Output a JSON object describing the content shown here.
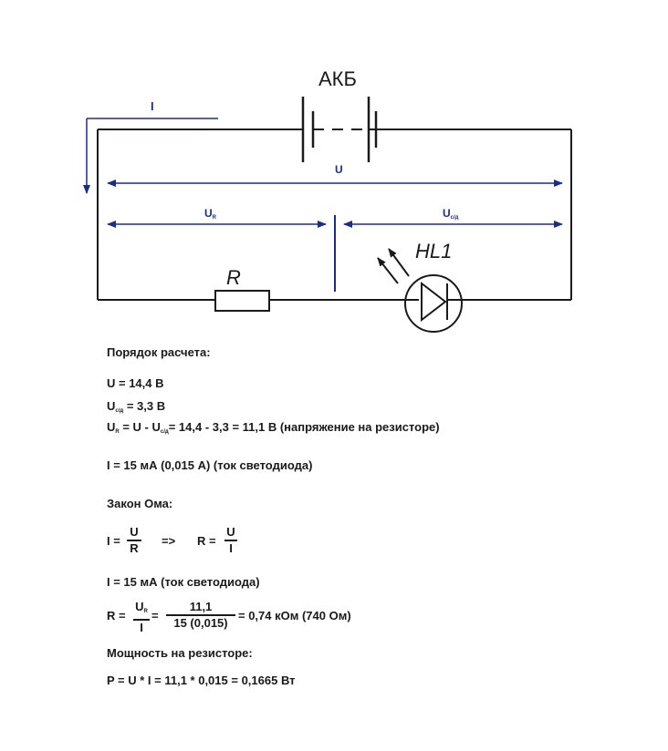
{
  "circuit": {
    "battery_label": "АКБ",
    "current_label": "I",
    "voltage_total_label": "U",
    "voltage_resistor_label": "U",
    "voltage_resistor_sub": "R",
    "voltage_led_label": "U",
    "voltage_led_sub": "с/д",
    "led_label": "HL1",
    "resistor_label": "R"
  },
  "colors": {
    "wire": "#1a1a1a",
    "annotation": "#1a2d8c"
  },
  "calc": {
    "heading": "Порядок расчета:",
    "line_u": "U = 14,4 В",
    "line_ucd_pre": "U",
    "line_ucd_sub": "с/д",
    "line_ucd_post": " = 3,3 В",
    "line_ur_pre": "U",
    "line_ur_sub": "R",
    "line_ur_mid": " = U - U",
    "line_ur_sub2": "с/д",
    "line_ur_post": "= 14,4 - 3,3 = 11,1 В (напряжение на резисторе)",
    "line_i": "I = 15 мА (0,015 А) (ток светодиода)",
    "ohm_heading": "Закон Ома:",
    "ohm_i_pre": "I =",
    "ohm_i_num": "U",
    "ohm_i_den": "R",
    "ohm_arrow": "=>",
    "ohm_r_pre": "R =",
    "ohm_r_num": "U",
    "ohm_r_den": "I",
    "line_i2": "I = 15 мА (ток светодиода)",
    "r_pre": "R =",
    "r_num1": "U",
    "r_num1_sub": "R",
    "r_den1": "I",
    "r_eq": "=",
    "r_num2": "11,1",
    "r_den2": "15 (0,015)",
    "r_post": "= 0,74 кОм (740 Ом)",
    "power_heading": "Мощность на резисторе:",
    "power_line": "P = U  * I = 11,1 * 0,015 = 0,1665 Вт"
  }
}
